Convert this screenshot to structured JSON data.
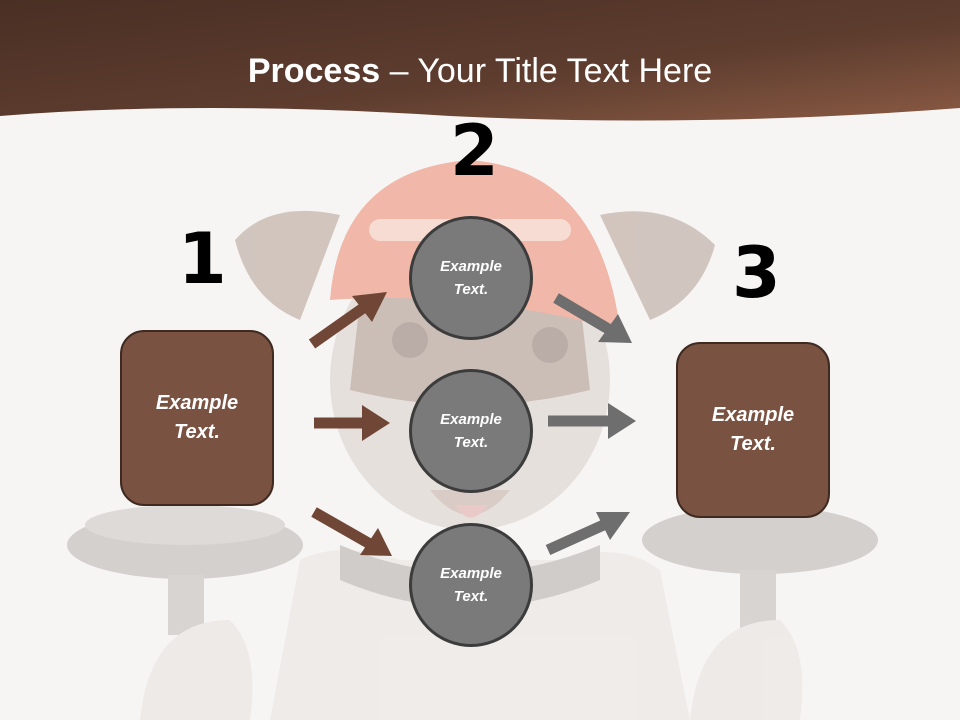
{
  "header": {
    "title_bold": "Process",
    "title_rest": " – Your Title Text Here",
    "band_color": "#5a3a2c"
  },
  "steps": {
    "numbers": [
      "1",
      "2",
      "3"
    ]
  },
  "boxes": {
    "left": {
      "line1": "Example",
      "line2": "Text."
    },
    "right": {
      "line1": "Example",
      "line2": "Text."
    }
  },
  "circles": [
    {
      "line1": "Example",
      "line2": "Text."
    },
    {
      "line1": "Example",
      "line2": "Text."
    },
    {
      "line1": "Example",
      "line2": "Text."
    }
  ],
  "colors": {
    "box_fill": "#795241",
    "circle_fill": "#7a7a7a",
    "brown_arrow": "#704636",
    "gray_arrow": "#6e6e6e"
  },
  "background_image": "faded-dog-fitness-cap-dumbbells"
}
